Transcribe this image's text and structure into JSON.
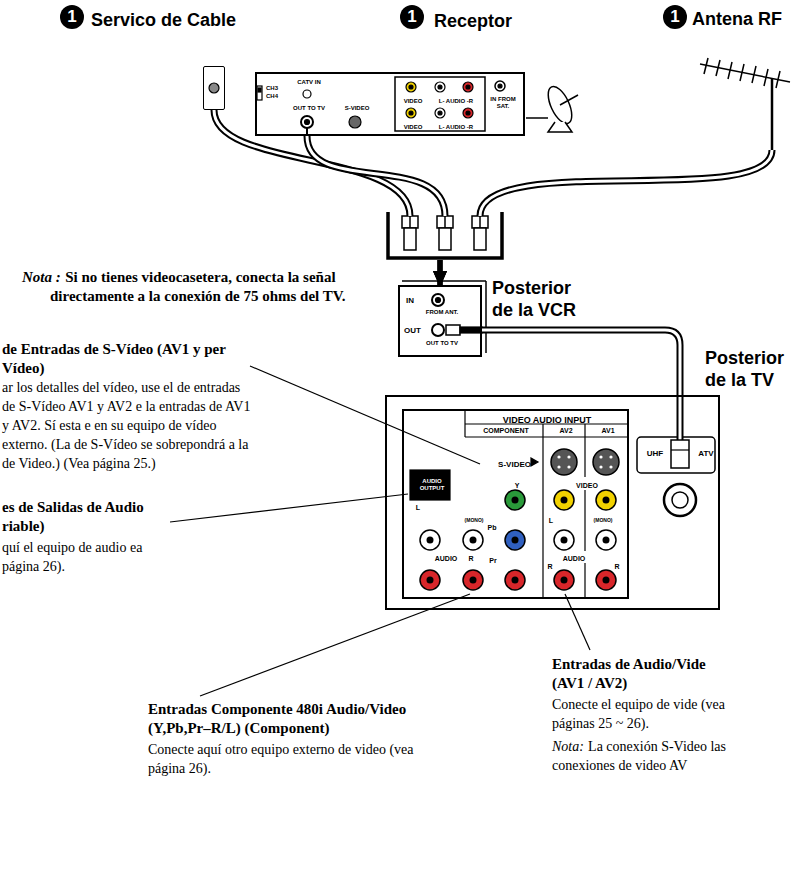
{
  "diagram": {
    "nodes": [
      {
        "text": [
          "Servico de Cable"
        ]
      },
      {
        "text": [
          "Receptor",
          "CH3",
          "CH4",
          "CATV IN",
          "OUT TO TV",
          "S-VIDEO",
          "VIDEO",
          "L- AUDIO -R",
          "VIDEO",
          "L- AUDIO -R",
          "IN FROM SAT."
        ]
      },
      {
        "text": [
          "Antena RF"
        ]
      },
      {
        "text": [
          "Posterior de la VCR",
          "IN",
          "FROM ANT.",
          "OUT",
          "OUT TO TV"
        ]
      },
      {
        "text": [
          "Posterior de la TV",
          "VIDEO AUDIO INPUT",
          "COMPONENT",
          "AV2",
          "AV1",
          "S-VIDEO",
          "Y",
          "VIDEO",
          "AUDIO OUTPUT",
          "L",
          "(MONO)",
          "Pb",
          "L",
          "(MONO)",
          "AUDIO",
          "R",
          "Pr",
          "R",
          "AUDIO",
          "R",
          "UHF",
          "ATV"
        ]
      }
    ],
    "edges": [
      {
        "from": 0,
        "to": 3,
        "arrow": "to"
      },
      {
        "from": 1,
        "to": 3,
        "arrow": "to"
      },
      {
        "from": 2,
        "to": 3,
        "arrow": "to"
      },
      {
        "from": 3,
        "to": 4,
        "arrow": "none"
      }
    ],
    "labels": [
      "1",
      "1",
      "1",
      "Nota :",
      "Si no tienes videocasetera, conecta la señal directamente a la conexión de 75 ohms del TV.",
      "de Entradas de S-Vídeo (AV1 y per Vídeo)",
      "ar los detalles del vídeo, use el de entradas de S-Vídeo AV1 y AV2 e la entradas de AV1 y AV2. Sí esta e en su equipo de vídeo externo. (La de S-Vídeo se sobrepondrá a la de Video.) (Vea página 25.)",
      "es de Salidas de Audio riable)",
      "quí el equipo de audio ea página 26).",
      "Entradas Componente 480i Audio/Video (Y,Pb,Pr–R/L) (Component)",
      "Conecte aquí otro equipo externo de video (vea página 26).",
      "Entradas de Audio/Vide (AV1 / AV2)",
      "Conecte el equipo de vide (vea páginas 25 ~ 26).",
      "Nota:",
      "La conexión S-Video las conexiones de video AV"
    ]
  }
}
